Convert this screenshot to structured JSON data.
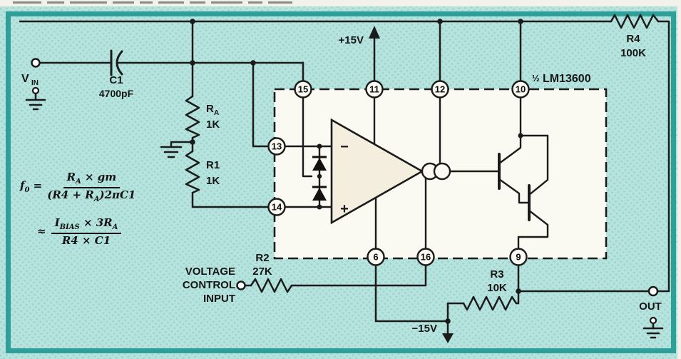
{
  "schematic": {
    "ic": {
      "fraction": "½",
      "part": "LM13600",
      "amp_minus": "−",
      "amp_plus": "+",
      "pins": {
        "p15": "15",
        "p11": "11",
        "p12": "12",
        "p10": "10",
        "p13": "13",
        "p14": "14",
        "p6": "6",
        "p16": "16",
        "p9": "9"
      }
    },
    "components": {
      "c1": {
        "name": "C1",
        "value": "4700pF"
      },
      "ra": {
        "name_main": "R",
        "name_sub": "A",
        "value": "1K"
      },
      "r1": {
        "name": "R1",
        "value": "1K"
      },
      "r2": {
        "name": "R2",
        "value": "27K"
      },
      "r3": {
        "name": "R3",
        "value": "10K"
      },
      "r4": {
        "name": "R4",
        "value": "100K"
      }
    },
    "supplies": {
      "positive": "+15V",
      "negative": "−15V"
    },
    "terminals": {
      "vin_main": "V",
      "vin_sub": "IN",
      "control": [
        "VOLTAGE",
        "CONTROL",
        "INPUT"
      ],
      "out": "OUT"
    },
    "formula": {
      "lhs": "f",
      "lhs_sub": "0",
      "equals": "=",
      "num1_a": "R",
      "num1_a_sub": "A",
      "num1_b": " × gm",
      "den1_a": "(R4 + R",
      "den1_a_sub": "A",
      "den1_b": ")2πC1",
      "approx": "≈",
      "num2_a": "I",
      "num2_a_sub": "BIAS",
      "num2_b": " × 3R",
      "num2_b_sub": "A",
      "den2": "R4 × C1"
    }
  }
}
